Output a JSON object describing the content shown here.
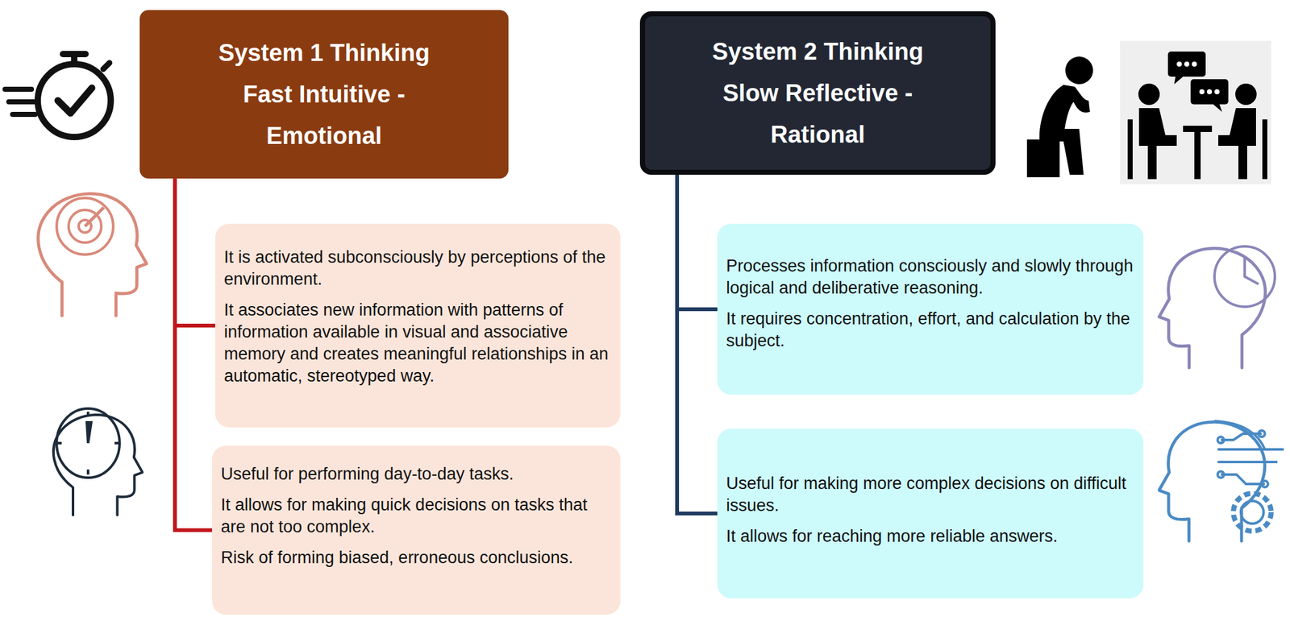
{
  "diagram": {
    "nodes": [
      {
        "text": [
          "System 1 Thinking",
          "Fast Intuitive - Emotional"
        ]
      },
      {
        "text": [
          "It is activated subconsciously by perceptions of the environment.",
          "It associates new information with patterns of information available in visual and associative memory and creates meaningful relationships in an automatic, stereotyped way."
        ]
      },
      {
        "text": [
          "Useful for performing day-to-day tasks.",
          "It allows for making quick decisions on tasks that are not too complex.",
          "Risk of forming biased, erroneous conclusions."
        ]
      },
      {
        "text": [
          "System 2 Thinking",
          "Slow Reflective - Rational"
        ]
      },
      {
        "text": [
          "Processes information consciously and slowly through logical and deliberative reasoning.",
          "It requires concentration, effort, and calculation by the subject."
        ]
      },
      {
        "text": [
          "Useful for making more complex decisions on difficult issues.",
          "It allows for reaching more reliable answers."
        ]
      }
    ],
    "edges": [
      {
        "from": 0,
        "to": 1,
        "arrow": "none"
      },
      {
        "from": 0,
        "to": 2,
        "arrow": "none"
      },
      {
        "from": 3,
        "to": 4,
        "arrow": "none"
      },
      {
        "from": 3,
        "to": 5,
        "arrow": "none"
      }
    ]
  }
}
